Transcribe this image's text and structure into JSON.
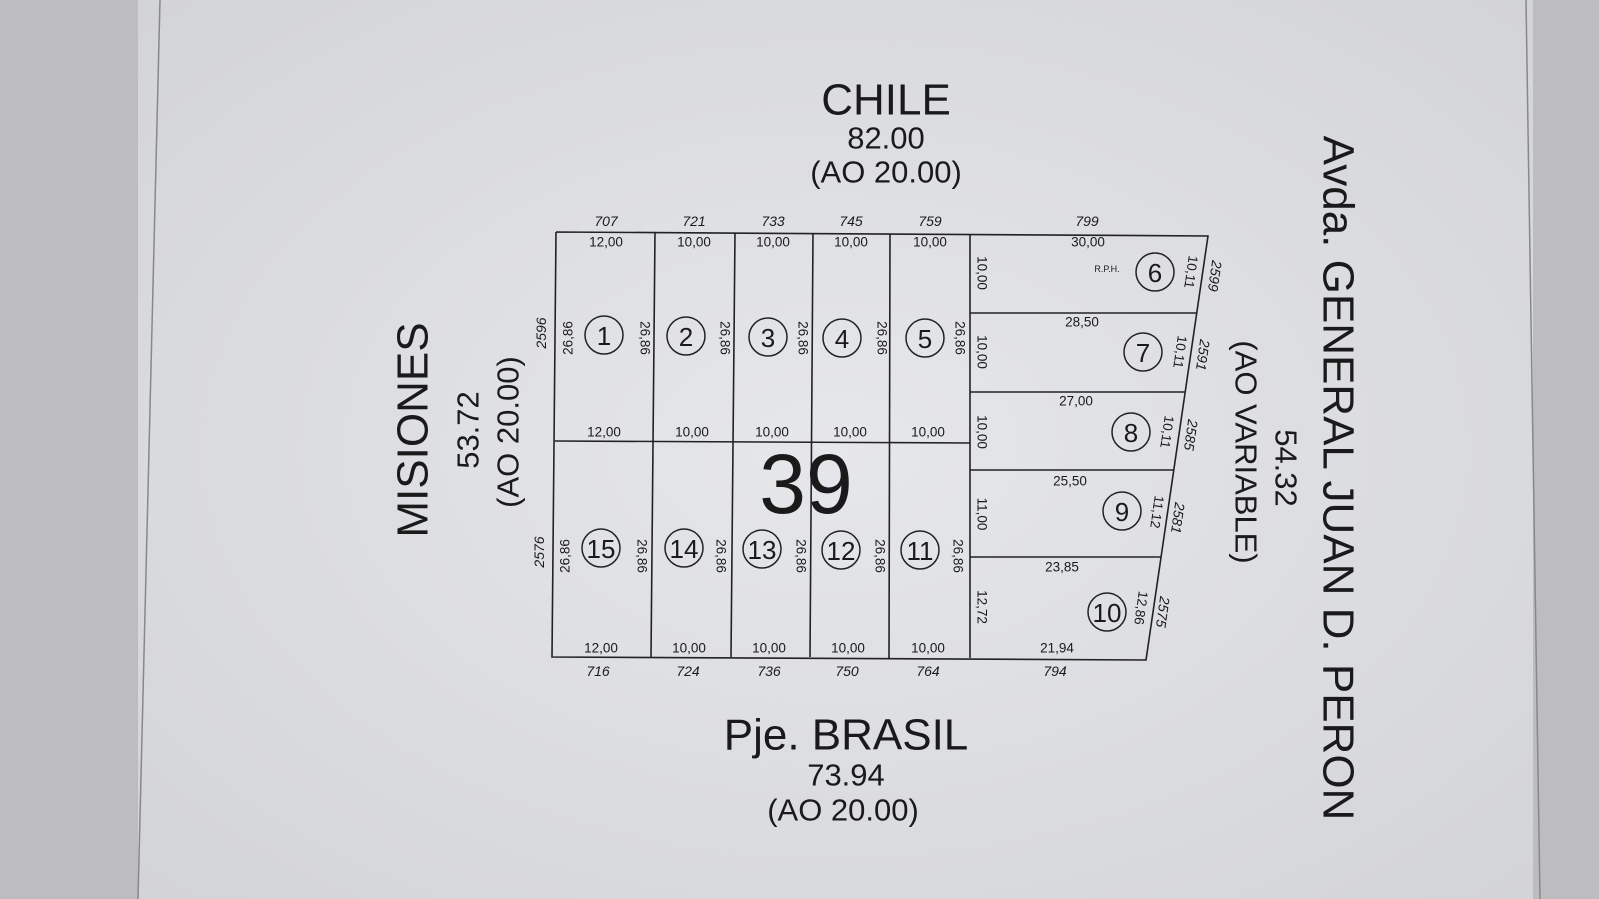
{
  "block_number": "39",
  "streets": {
    "top": {
      "name": "CHILE",
      "length": "82.00",
      "ao": "(AO 20.00)"
    },
    "left": {
      "name": "MISIONES",
      "length": "53.72",
      "ao": "(AO 20.00)"
    },
    "bottom": {
      "name": "Pje. BRASIL",
      "length": "73.94",
      "ao": "(AO 20.00)"
    },
    "right": {
      "name": "Avda. GENERAL JUAN D. PERON",
      "length": "54.32",
      "ao": "(AO VARIABLE)"
    }
  },
  "top_parcel_numbers": [
    "707",
    "721",
    "733",
    "745",
    "759",
    "799"
  ],
  "top_dims": [
    "12,00",
    "10,00",
    "10,00",
    "10,00",
    "10,00",
    "30,00"
  ],
  "middle_dims": [
    "12,00",
    "10,00",
    "10,00",
    "10,00",
    "10,00"
  ],
  "bottom_dims": [
    "12,00",
    "10,00",
    "10,00",
    "10,00",
    "10,00",
    "21,94"
  ],
  "bottom_parcel_numbers": [
    "716",
    "724",
    "736",
    "750",
    "764",
    "794"
  ],
  "depth_dims_upper": [
    "26,86",
    "26,86",
    "26,86",
    "26,86",
    "26,86",
    "26,86"
  ],
  "depth_dims_lower": [
    "26,86",
    "26,86",
    "26,86",
    "26,86",
    "26,86",
    "26,86"
  ],
  "left_parcel_numbers": [
    "2596",
    "2576"
  ],
  "right_lots_front_dims": [
    "10,00",
    "10,00",
    "10,00",
    "11,00",
    "12,72"
  ],
  "right_lots_widths": [
    "28,50",
    "27,00",
    "25,50",
    "23,85"
  ],
  "right_lots_back_dims": [
    "10,11",
    "10,11",
    "10,11",
    "11,12",
    "12,86"
  ],
  "right_parcel_numbers": [
    "2599",
    "2591",
    "2585",
    "2581",
    "2575"
  ],
  "rph_label": "R.P.H.",
  "lots": [
    "1",
    "2",
    "3",
    "4",
    "5",
    "6",
    "7",
    "8",
    "9",
    "10",
    "11",
    "12",
    "13",
    "14",
    "15"
  ]
}
